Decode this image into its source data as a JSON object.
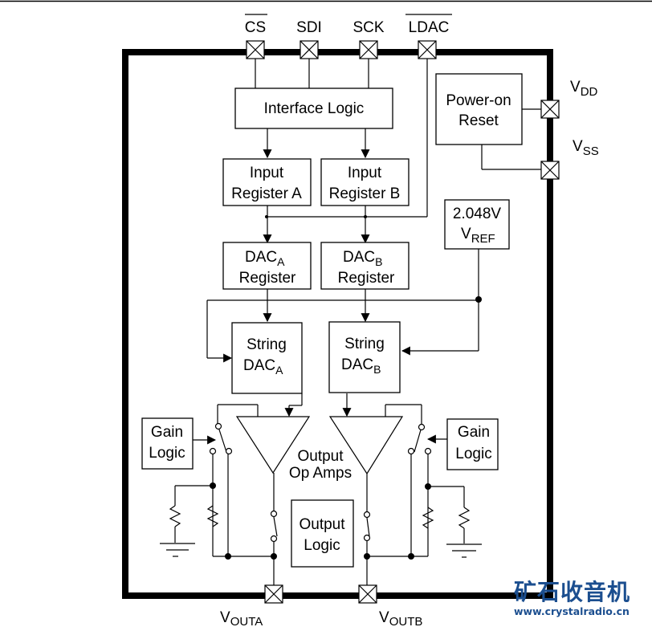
{
  "pins": {
    "cs": "CS",
    "sdi": "SDI",
    "sck": "SCK",
    "ldac": "LDAC",
    "vdd": {
      "main": "V",
      "sub": "DD"
    },
    "vss": {
      "main": "V",
      "sub": "SS"
    },
    "vouta": {
      "main": "V",
      "sub": "OUTA"
    },
    "voutb": {
      "main": "V",
      "sub": "OUTB"
    }
  },
  "blocks": {
    "interface_logic": "Interface Logic",
    "power_on_reset": [
      "Power-on",
      "Reset"
    ],
    "input_register_a": [
      "Input",
      "Register A"
    ],
    "input_register_b": [
      "Input",
      "Register B"
    ],
    "vref": {
      "value": "2.048V",
      "main": "V",
      "sub": "REF"
    },
    "dac_a_register": {
      "main": "DAC",
      "sub": "A",
      "line2": "Register"
    },
    "dac_b_register": {
      "main": "DAC",
      "sub": "B",
      "line2": "Register"
    },
    "string_dac_a": {
      "line1": "String",
      "main": "DAC",
      "sub": "A"
    },
    "string_dac_b": {
      "line1": "String",
      "main": "DAC",
      "sub": "B"
    },
    "gain_logic_left": [
      "Gain",
      "Logic"
    ],
    "gain_logic_right": [
      "Gain",
      "Logic"
    ],
    "output_op_amps": [
      "Output",
      "Op Amps"
    ],
    "output_logic": [
      "Output",
      "Logic"
    ]
  },
  "watermark": {
    "name": "矿石收音机",
    "url": "www.crystalradio.cn",
    "color": "#1b4e8f"
  }
}
